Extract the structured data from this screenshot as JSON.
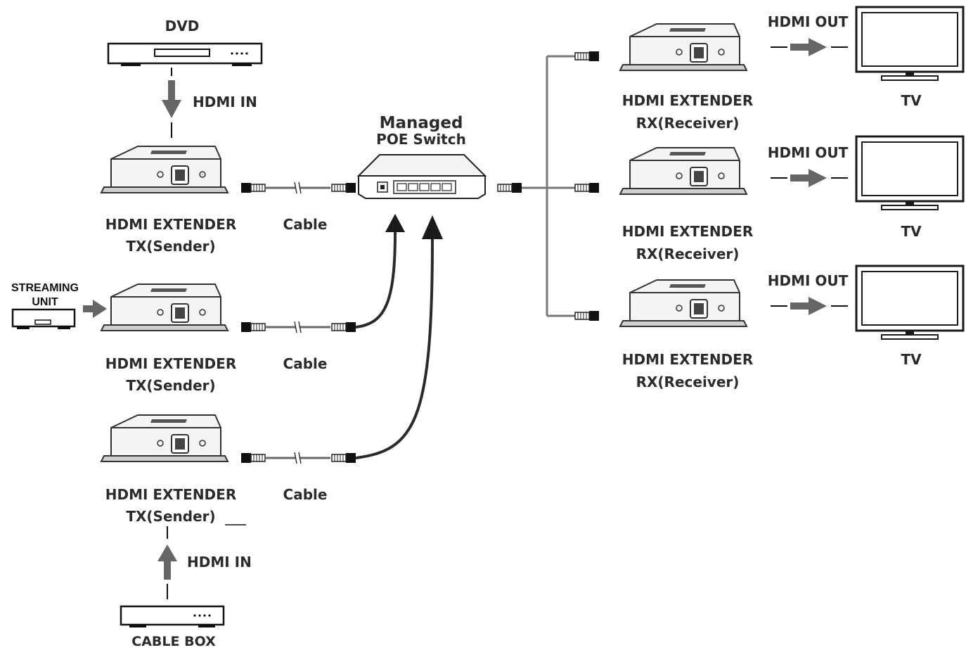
{
  "diagram": {
    "sources": {
      "dvd": "DVD",
      "streaming": [
        "STREAMING",
        "UNIT"
      ],
      "cable_box": "CABLE BOX"
    },
    "hdmi_in": "HDMI IN",
    "hdmi_out": "HDMI OUT",
    "tx": {
      "name": "HDMI EXTENDER",
      "role": "TX(Sender)"
    },
    "rx": {
      "name": "HDMI EXTENDER",
      "role": "RX(Receiver)"
    },
    "cable": "Cable",
    "switch": {
      "title": "Managed",
      "subtitle": "POE Switch"
    },
    "tv": "TV"
  }
}
